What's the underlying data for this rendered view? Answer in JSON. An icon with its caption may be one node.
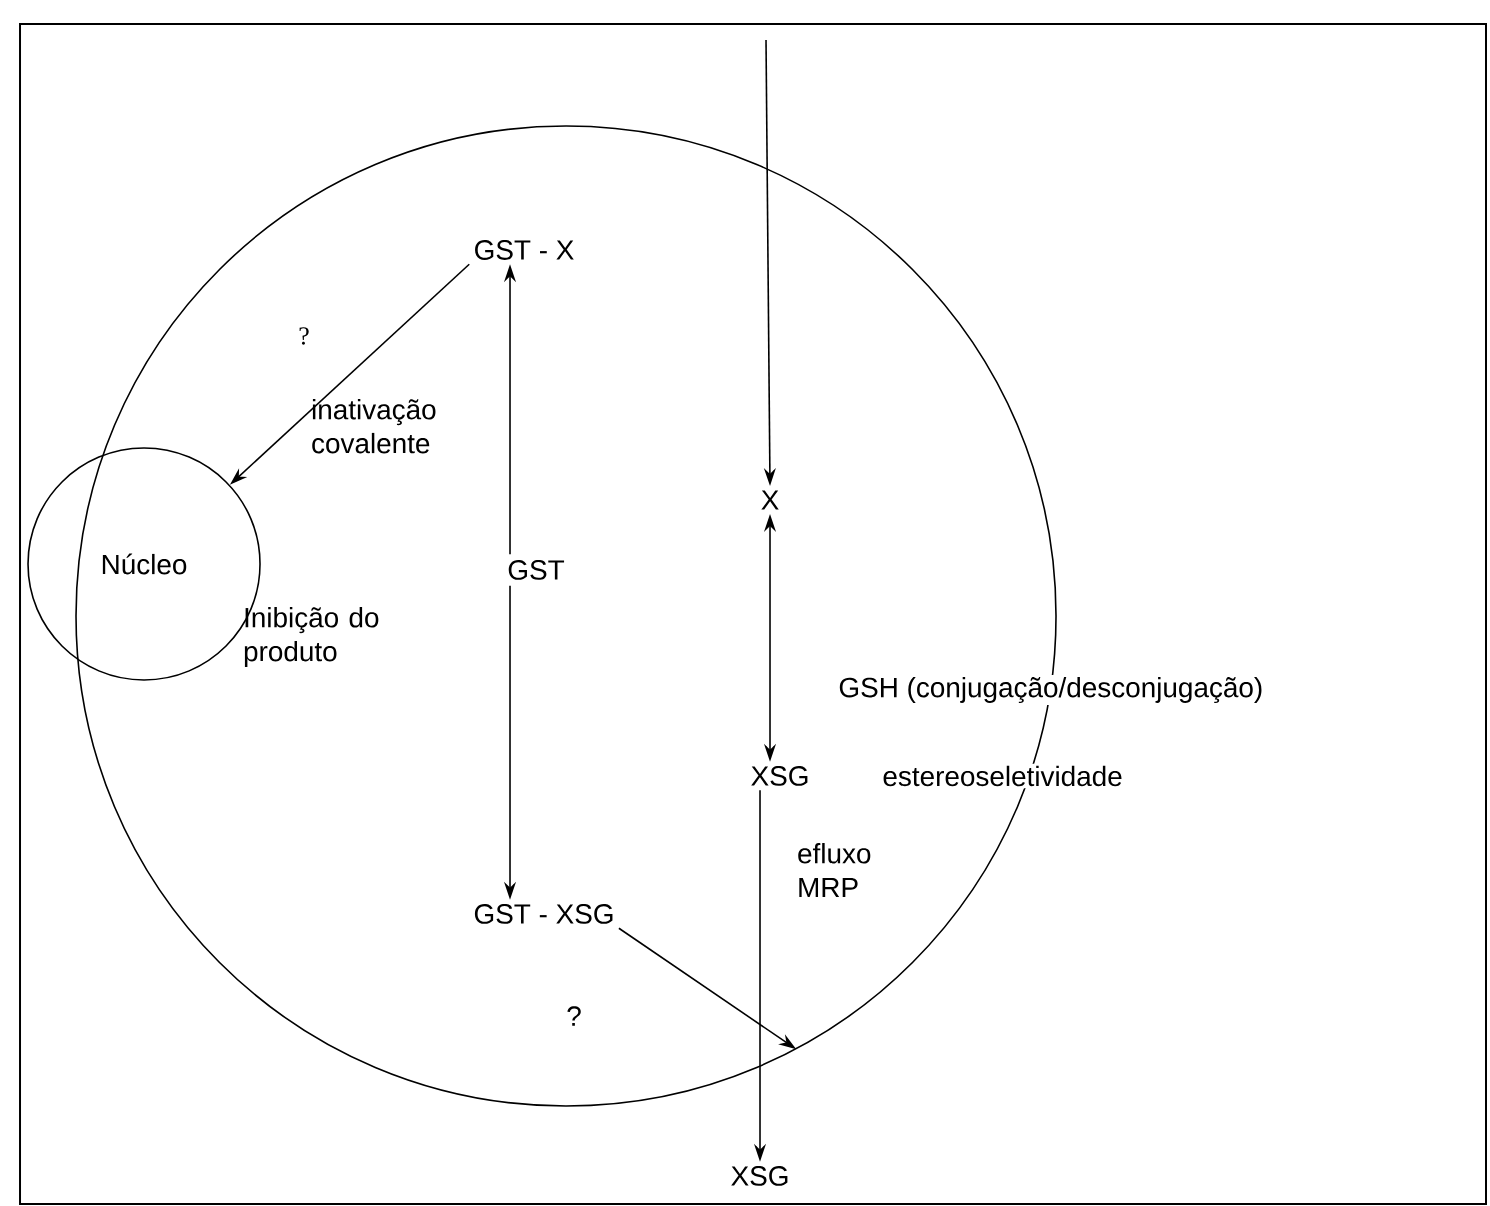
{
  "diagram": {
    "nodes": [
      {
        "text": [],
        "shape": "circle"
      },
      {
        "text": [
          "Núcleo"
        ]
      },
      {
        "text": [
          "GST - X"
        ],
        "in": 0
      },
      {
        "text": [
          "X"
        ],
        "in": 0
      },
      {
        "text": [
          "XSG"
        ],
        "in": 0
      },
      {
        "text": [
          "GST - XSG"
        ],
        "in": 0
      },
      {
        "text": [
          "XSG"
        ]
      }
    ],
    "edges": [
      {
        "from": null,
        "to": 3,
        "arrow": "to"
      },
      {
        "from": 2,
        "to": 1,
        "arrow": "to",
        "label": "inativação covalente"
      },
      {
        "from": 2,
        "to": 5,
        "arrow": "both",
        "label": "GST"
      },
      {
        "from": 3,
        "to": 4,
        "arrow": "both",
        "label": "GSH (conjugação/desconjugação)"
      },
      {
        "from": 4,
        "to": 6,
        "arrow": "to",
        "label": "efluxo MRP"
      },
      {
        "from": 5,
        "to": 0,
        "arrow": "to"
      }
    ],
    "labels": [
      "?",
      "Inibição do produto",
      "estereoseletividade",
      "?"
    ]
  }
}
